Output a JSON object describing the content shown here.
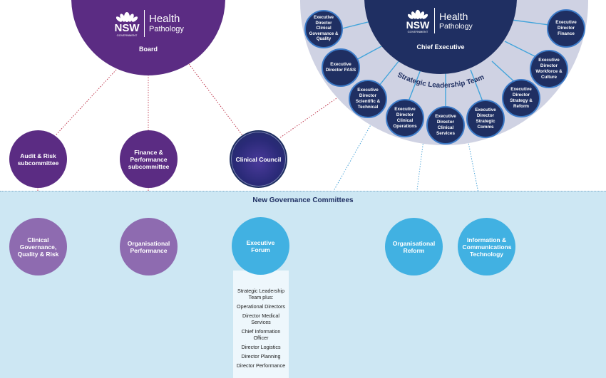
{
  "board": {
    "logo_nsw": "NSW",
    "logo_government": "GOVERNMENT",
    "logo_health": "Health",
    "logo_pathology": "Pathology",
    "label": "Board"
  },
  "chief": {
    "logo_nsw": "NSW",
    "logo_government": "GOVERNMENT",
    "logo_health": "Health",
    "logo_pathology": "Pathology",
    "label": "Chief Executive",
    "team_arc_label": "Strategic Leadership Team"
  },
  "executives": [
    "Executive Director Clinical Governance & Quality",
    "Executive Director FASS",
    "Executive Director Scientific & Technical",
    "Executive Director Clinical Operations",
    "Executive Director Clinical Services",
    "Executive Director Strategic Comms",
    "Executive Director Strategy & Reform",
    "Executive Director Workforce & Culture",
    "Executive Director Finance"
  ],
  "subcommittees": {
    "audit": "Audit & Risk subcommittee",
    "finance": "Finance & Performance subcommittee",
    "clinical_council": "Clinical Council"
  },
  "governance": {
    "title": "New Governance Committees",
    "clinical_governance": "Clinical Governance, Quality & Risk",
    "organisational_performance": "Organisational Performance",
    "executive_forum": "Executive Forum",
    "organisational_reform": "Organisational Reform",
    "ict": "Information & Communications Technology"
  },
  "forum_members": [
    "Strategic  Leadership Team plus:",
    "Operational Directors",
    "Director Medical Services",
    "Chief Information Officer",
    "Director Logistics",
    "Director Planning",
    "Director Performance"
  ],
  "colors": {
    "board_purple": "#5b2c83",
    "navy": "#1f2f62",
    "chief_halo": "#cfd2e3",
    "light_purple": "#8e6bb0",
    "sky_blue": "#41b1e2",
    "band": "#cde7f3"
  }
}
